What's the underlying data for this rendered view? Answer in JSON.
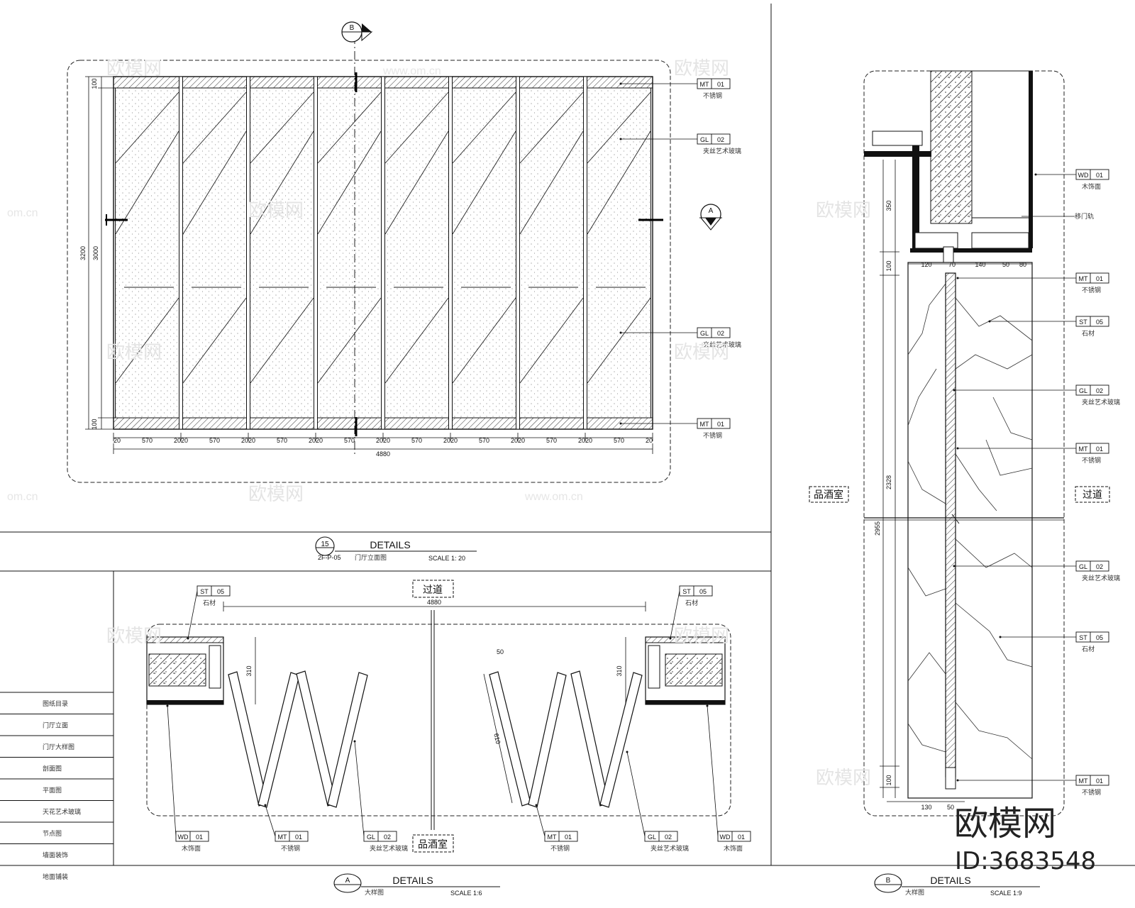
{
  "panel_15": {
    "number": "15",
    "title": "DETAILS",
    "ref": "2F-P-05",
    "subtitle": "门厅立面图",
    "scale": "SCALE 1: 20",
    "section_mark_B": "B",
    "section_mark_A": "A",
    "dim_top": "100",
    "dim_bottom": "100",
    "dim_total_h": "3200",
    "dim_inner_h": "3000",
    "dim_edge": "20",
    "dim_panel": "570",
    "dim_total_w": "4880",
    "tags": [
      {
        "code": "MT",
        "num": "01",
        "desc": "不锈钢"
      },
      {
        "code": "GL",
        "num": "02",
        "desc": "夹丝艺术玻璃"
      },
      {
        "code": "GL",
        "num": "02",
        "desc": "夹丝艺术玻璃"
      },
      {
        "code": "MT",
        "num": "01",
        "desc": "不锈钢"
      }
    ]
  },
  "panel_A": {
    "mark": "A",
    "title": "DETAILS",
    "subtitle": "大样图",
    "scale": "SCALE 1:6",
    "room_top": "过道",
    "room_bottom": "品酒室",
    "dim_total": "4880",
    "dim_310_left": "310",
    "dim_310_right": "310",
    "dim_50": "50",
    "dim_610": "610",
    "tags_top": [
      {
        "code": "ST",
        "num": "05",
        "desc": "石材"
      },
      {
        "code": "ST",
        "num": "05",
        "desc": "石材"
      }
    ],
    "tags_bottom": [
      {
        "code": "WD",
        "num": "01",
        "desc": "木饰面"
      },
      {
        "code": "MT",
        "num": "01",
        "desc": "不锈钢"
      },
      {
        "code": "GL",
        "num": "02",
        "desc": "夹丝艺术玻璃"
      },
      {
        "code": "MT",
        "num": "01",
        "desc": "不锈钢"
      },
      {
        "code": "GL",
        "num": "02",
        "desc": "夹丝艺术玻璃"
      },
      {
        "code": "WD",
        "num": "01",
        "desc": "木饰面"
      }
    ]
  },
  "panel_B": {
    "mark": "B",
    "title": "DETAILS",
    "subtitle": "大样图",
    "scale": "SCALE 1:9",
    "room_left": "品酒室",
    "room_right": "过道",
    "dim_350": "350",
    "dim_100_top": "100",
    "dim_2328": "2328",
    "dim_2955": "2955",
    "dim_100_bottom": "100",
    "dim_130_top": "120",
    "dim_70": "70",
    "dim_140": "140",
    "dim_50_top": "50",
    "dim_80": "80",
    "dim_130_bottom": "130",
    "dim_50_bottom": "50",
    "annotation_track": "移门轨",
    "tags": [
      {
        "code": "WD",
        "num": "01",
        "desc": "木饰面"
      },
      {
        "code": "MT",
        "num": "01",
        "desc": "不锈钢"
      },
      {
        "code": "ST",
        "num": "05",
        "desc": "石材"
      },
      {
        "code": "GL",
        "num": "02",
        "desc": "夹丝艺术玻璃"
      },
      {
        "code": "MT",
        "num": "01",
        "desc": "不锈钢"
      },
      {
        "code": "GL",
        "num": "02",
        "desc": "夹丝艺术玻璃"
      },
      {
        "code": "ST",
        "num": "05",
        "desc": "石材"
      },
      {
        "code": "MT",
        "num": "01",
        "desc": "不锈钢"
      }
    ]
  },
  "left_table": [
    "图纸目录",
    "门厅立面",
    "门厅大样图",
    "剖面图",
    "平面图",
    "天花艺术玻璃",
    "节点图",
    "墙面装饰",
    "地面铺装"
  ],
  "watermark": {
    "brand": "欧模网",
    "url": "www.om.cn",
    "url_short": "om.cn",
    "id": "ID:3683548"
  }
}
